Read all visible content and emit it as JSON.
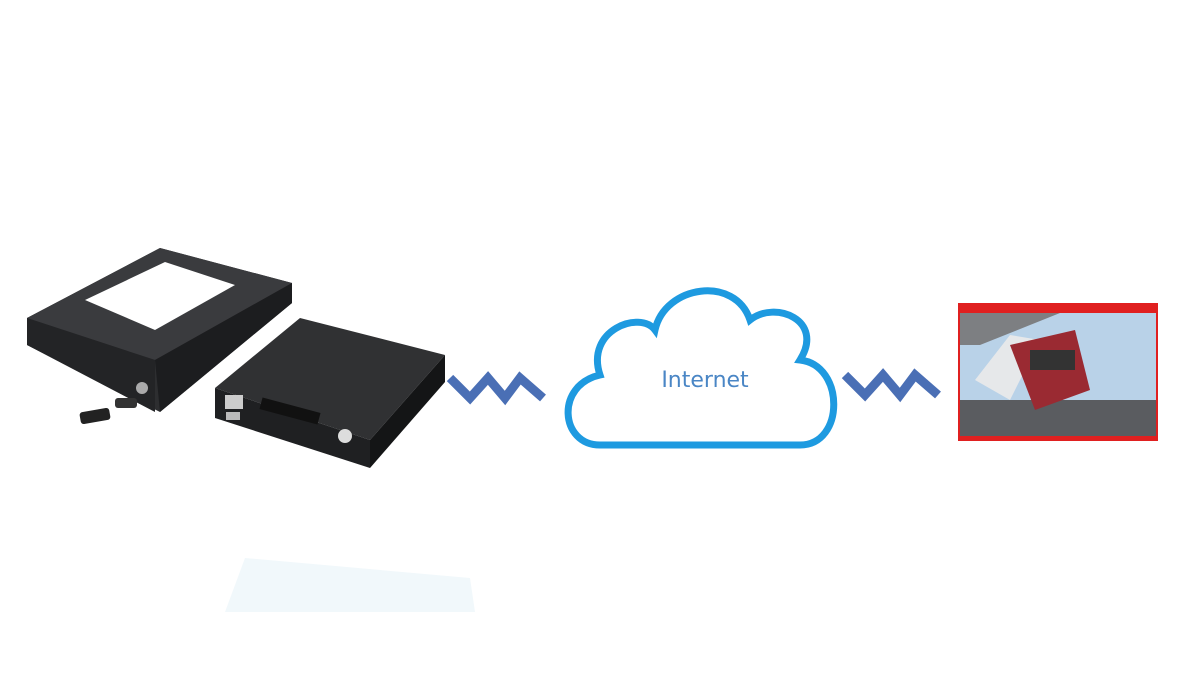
{
  "cloud": {
    "label": "Internet"
  },
  "colors": {
    "cloud_stroke": "#1e9ae0",
    "label": "#4a86c5",
    "signal": "#4a6fb5",
    "photo_border": "#e02020",
    "device": "#2b2c2e"
  },
  "icons": [
    "dvr-device-image",
    "lockbox-image",
    "wireless-signal-icon",
    "cloud-icon",
    "truck-accident-photo"
  ]
}
